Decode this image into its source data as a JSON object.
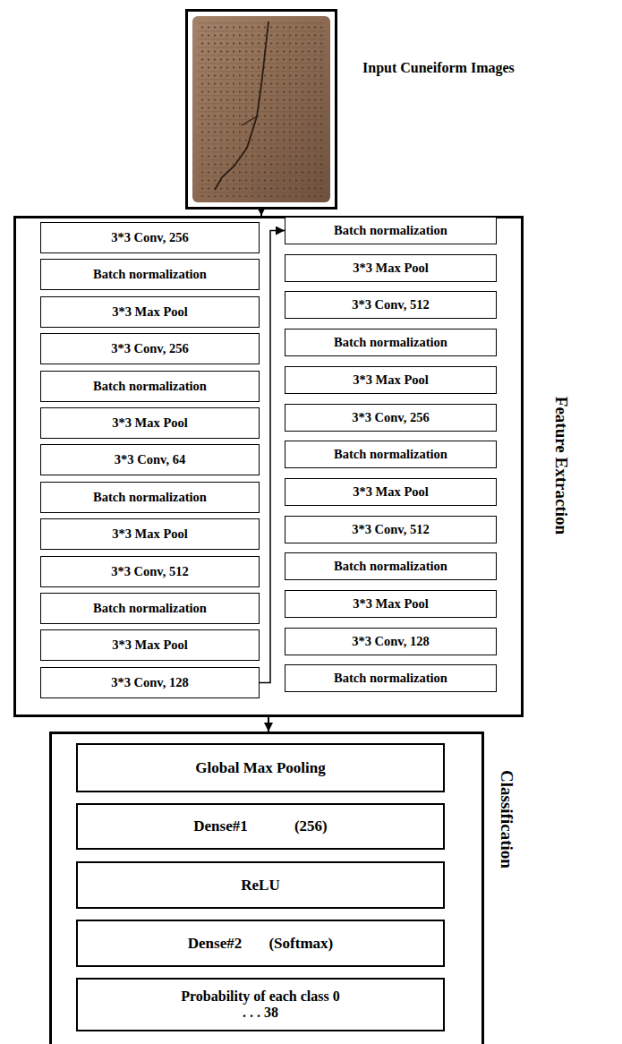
{
  "diagram": {
    "nodes": [
      {
        "text": [
          "Input Cuneiform Images"
        ]
      },
      {
        "text": [
          "Feature Extraction"
        ]
      },
      {
        "text": [
          "3*3 Conv, 256"
        ],
        "in": 1
      },
      {
        "text": [
          "Batch normalization"
        ],
        "in": 1
      },
      {
        "text": [
          "3*3 Max Pool"
        ],
        "in": 1
      },
      {
        "text": [
          "3*3 Conv, 256"
        ],
        "in": 1
      },
      {
        "text": [
          "Batch normalization"
        ],
        "in": 1
      },
      {
        "text": [
          "3*3 Max Pool"
        ],
        "in": 1
      },
      {
        "text": [
          "3*3 Conv, 64"
        ],
        "in": 1
      },
      {
        "text": [
          "Batch normalization"
        ],
        "in": 1
      },
      {
        "text": [
          "3*3 Max Pool"
        ],
        "in": 1
      },
      {
        "text": [
          "3*3 Conv, 512"
        ],
        "in": 1
      },
      {
        "text": [
          "Batch normalization"
        ],
        "in": 1
      },
      {
        "text": [
          "3*3 Max Pool"
        ],
        "in": 1
      },
      {
        "text": [
          "3*3 Conv, 128"
        ],
        "in": 1
      },
      {
        "text": [
          "Batch normalization"
        ],
        "in": 1
      },
      {
        "text": [
          "3*3 Max Pool"
        ],
        "in": 1
      },
      {
        "text": [
          "3*3 Conv, 512"
        ],
        "in": 1
      },
      {
        "text": [
          "Batch normalization"
        ],
        "in": 1
      },
      {
        "text": [
          "3*3 Max Pool"
        ],
        "in": 1
      },
      {
        "text": [
          "3*3 Conv, 256"
        ],
        "in": 1
      },
      {
        "text": [
          "Batch normalization"
        ],
        "in": 1
      },
      {
        "text": [
          "3*3 Max Pool"
        ],
        "in": 1
      },
      {
        "text": [
          "3*3 Conv, 512"
        ],
        "in": 1
      },
      {
        "text": [
          "Batch normalization"
        ],
        "in": 1
      },
      {
        "text": [
          "3*3 Max Pool"
        ],
        "in": 1
      },
      {
        "text": [
          "3*3 Conv, 128"
        ],
        "in": 1
      },
      {
        "text": [
          "Batch normalization"
        ],
        "in": 1
      },
      {
        "text": [
          "Classification"
        ]
      },
      {
        "text": [
          "Global Max Pooling"
        ],
        "in": 28
      },
      {
        "text": [
          "Dense#1 (256)"
        ],
        "in": 28
      },
      {
        "text": [
          "ReLU"
        ],
        "in": 28
      },
      {
        "text": [
          "Dense#2 (Softmax)"
        ],
        "in": 28
      },
      {
        "text": [
          "Probability of each class 0 . . . 38"
        ],
        "in": 28
      }
    ],
    "edges": [
      {
        "from": 0,
        "to": 1,
        "arrow": "to"
      },
      {
        "from": 14,
        "to": 15,
        "arrow": "to"
      },
      {
        "from": 1,
        "to": 28,
        "arrow": "to"
      }
    ]
  }
}
